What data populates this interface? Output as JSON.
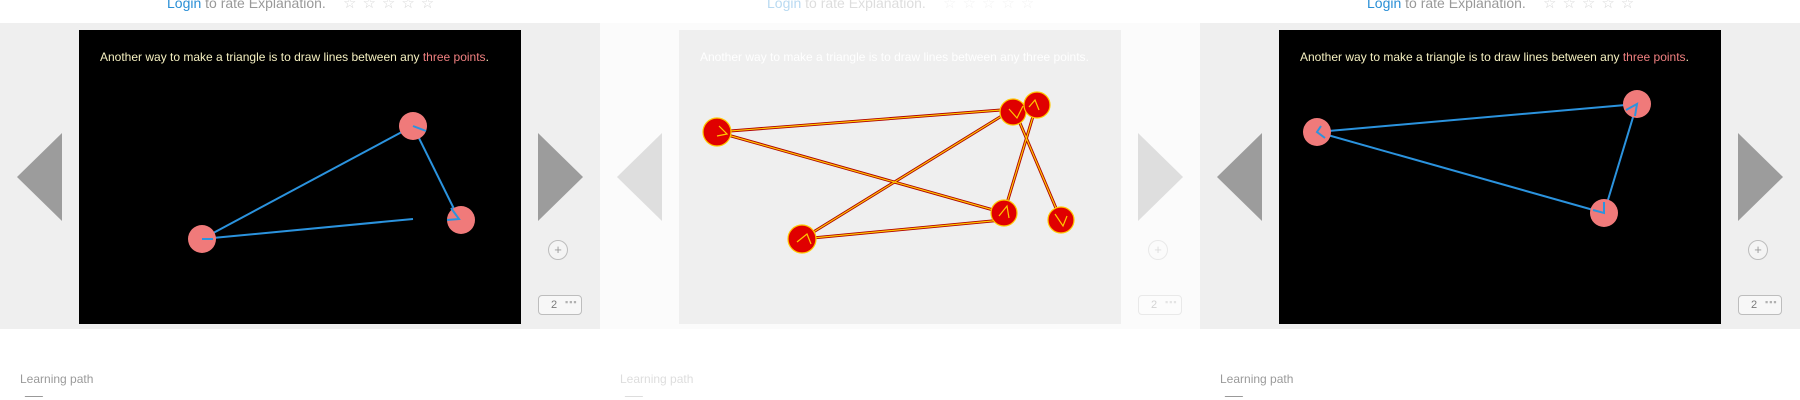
{
  "rating": {
    "login_label": "Login",
    "rate_text": " to rate Explanation.",
    "stars": "☆☆☆☆☆"
  },
  "slide": {
    "caption_text": "Another way to make a triangle is to draw lines between any ",
    "caption_highlight": "three points",
    "caption_end": "."
  },
  "controls": {
    "page_number": "2",
    "pager_dots": "▪▪▪"
  },
  "footer": {
    "learning_path_label": "Learning path"
  },
  "colors": {
    "line": "#2b93de",
    "dot": "#f07a7a",
    "caption_highlight": "#f08080",
    "overlay_dot": "#e00000",
    "overlay_line": "#ffc800"
  }
}
